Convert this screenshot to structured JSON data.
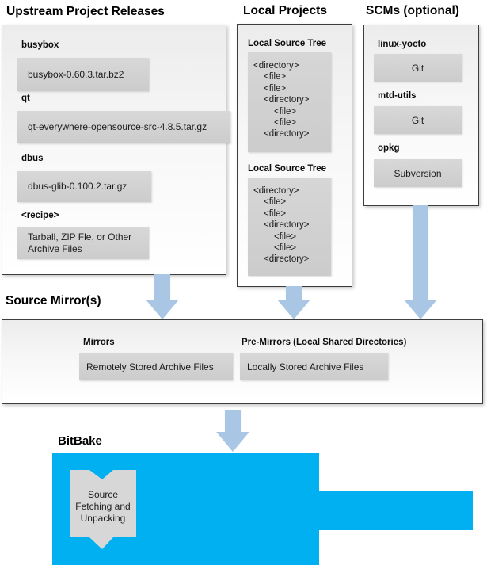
{
  "colors": {
    "bitbake_fill": "#00b0f0",
    "arrow_fill": "#a9c7e4"
  },
  "upstream": {
    "title": "Upstream Project Releases",
    "items": [
      {
        "label": "busybox",
        "file": "busybox-0.60.3.tar.bz2"
      },
      {
        "label": "qt",
        "file": "qt-everywhere-opensource-src-4.8.5.tar.gz"
      },
      {
        "label": "dbus",
        "file": "dbus-glib-0.100.2.tar.gz"
      },
      {
        "label": "<recipe>",
        "file": "Tarball, ZIP Fle, or Other Archive Files"
      }
    ]
  },
  "local_projects": {
    "title": "Local Projects",
    "trees": [
      {
        "label": "Local Source Tree",
        "lines": [
          {
            "text": "<directory>",
            "indent": 0
          },
          {
            "text": "<file>",
            "indent": 1
          },
          {
            "text": "<file>",
            "indent": 1
          },
          {
            "text": "<directory>",
            "indent": 1
          },
          {
            "text": "<file>",
            "indent": 2
          },
          {
            "text": "<file>",
            "indent": 2
          },
          {
            "text": "<directory>",
            "indent": 1
          }
        ]
      },
      {
        "label": "Local Source Tree",
        "lines": [
          {
            "text": "<directory>",
            "indent": 0
          },
          {
            "text": "<file>",
            "indent": 1
          },
          {
            "text": "<file>",
            "indent": 1
          },
          {
            "text": "<directory>",
            "indent": 1
          },
          {
            "text": "<file>",
            "indent": 2
          },
          {
            "text": "<file>",
            "indent": 2
          },
          {
            "text": "<directory>",
            "indent": 1
          }
        ]
      }
    ]
  },
  "scms": {
    "title": "SCMs (optional)",
    "items": [
      {
        "label": "linux-yocto",
        "tool": "Git"
      },
      {
        "label": "mtd-utils",
        "tool": "Git"
      },
      {
        "label": "opkg",
        "tool": "Subversion"
      }
    ]
  },
  "source_mirrors": {
    "title": "Source Mirror(s)",
    "mirrors_label": "Mirrors",
    "mirrors_box": "Remotely Stored Archive Files",
    "premirrors_label": "Pre-Mirrors (Local Shared Directories)",
    "premirrors_box": "Locally Stored Archive Files"
  },
  "bitbake": {
    "title": "BitBake",
    "process": "Source Fetching and Unpacking"
  }
}
